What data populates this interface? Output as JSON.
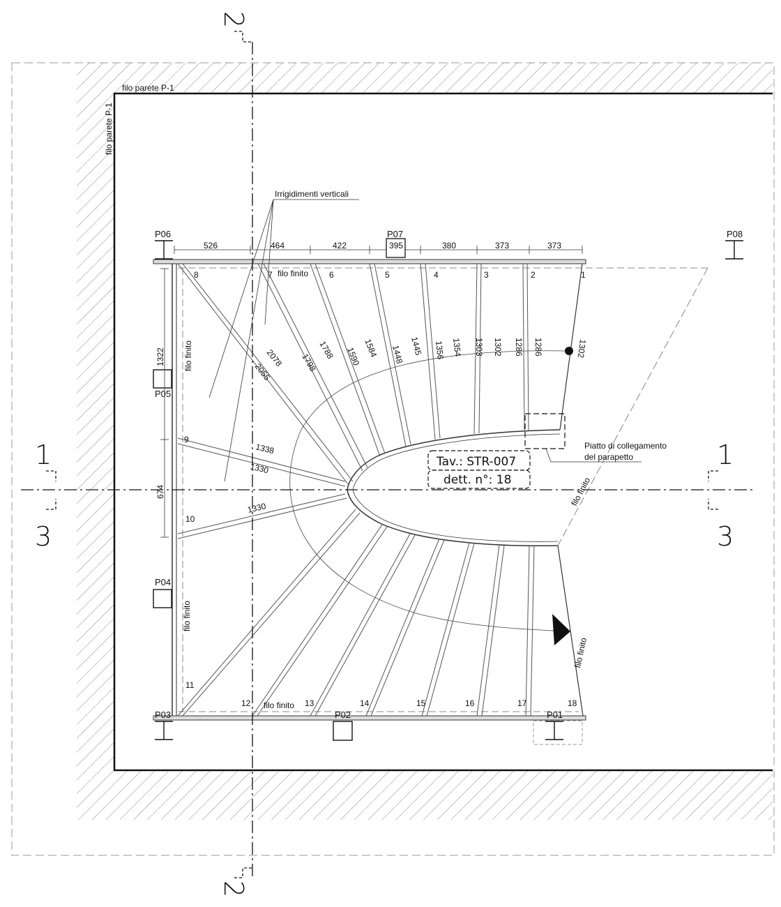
{
  "walls": {
    "top_label": "filo parete P-1",
    "left_label": "filo parete P-1"
  },
  "posts": {
    "p01": "P01",
    "p02": "P02",
    "p03": "P03",
    "p04": "P04",
    "p05": "P05",
    "p06": "P06",
    "p07": "P07",
    "p08": "P08"
  },
  "top_dimensions": [
    "526",
    "464",
    "422",
    "395",
    "380",
    "373",
    "373"
  ],
  "left_dimensions": [
    "1322",
    "674"
  ],
  "step_numbers": [
    "1",
    "2",
    "3",
    "4",
    "5",
    "6",
    "7",
    "8",
    "9",
    "10",
    "11",
    "12",
    "13",
    "14",
    "15",
    "16",
    "17",
    "18"
  ],
  "tread_dims": {
    "d2078": "2078",
    "d2055": "2055",
    "d1798": "1798",
    "d1788": "1788",
    "d1590": "1590",
    "d1584": "1584",
    "d1448": "1448",
    "d1445": "1445",
    "d1356": "1356",
    "d1354": "1354",
    "d1303": "1303",
    "d1302a": "1302",
    "d1286a": "1286",
    "d1286b": "1286",
    "d1302b": "1302",
    "d1338": "1338",
    "d1330a": "1330",
    "d1330b": "1330"
  },
  "labels": {
    "filo_finito": "filo finito",
    "irrigidimenti": "Irrigidimenti verticali",
    "piatto_line1": "Piatto di collegamento",
    "piatto_line2": "del parapetto"
  },
  "detail_ref": {
    "tav": "Tav.: STR-007",
    "dett": "dett. n°: 18"
  },
  "section_marks": {
    "s1": "1",
    "s2": "2",
    "s3": "3"
  }
}
